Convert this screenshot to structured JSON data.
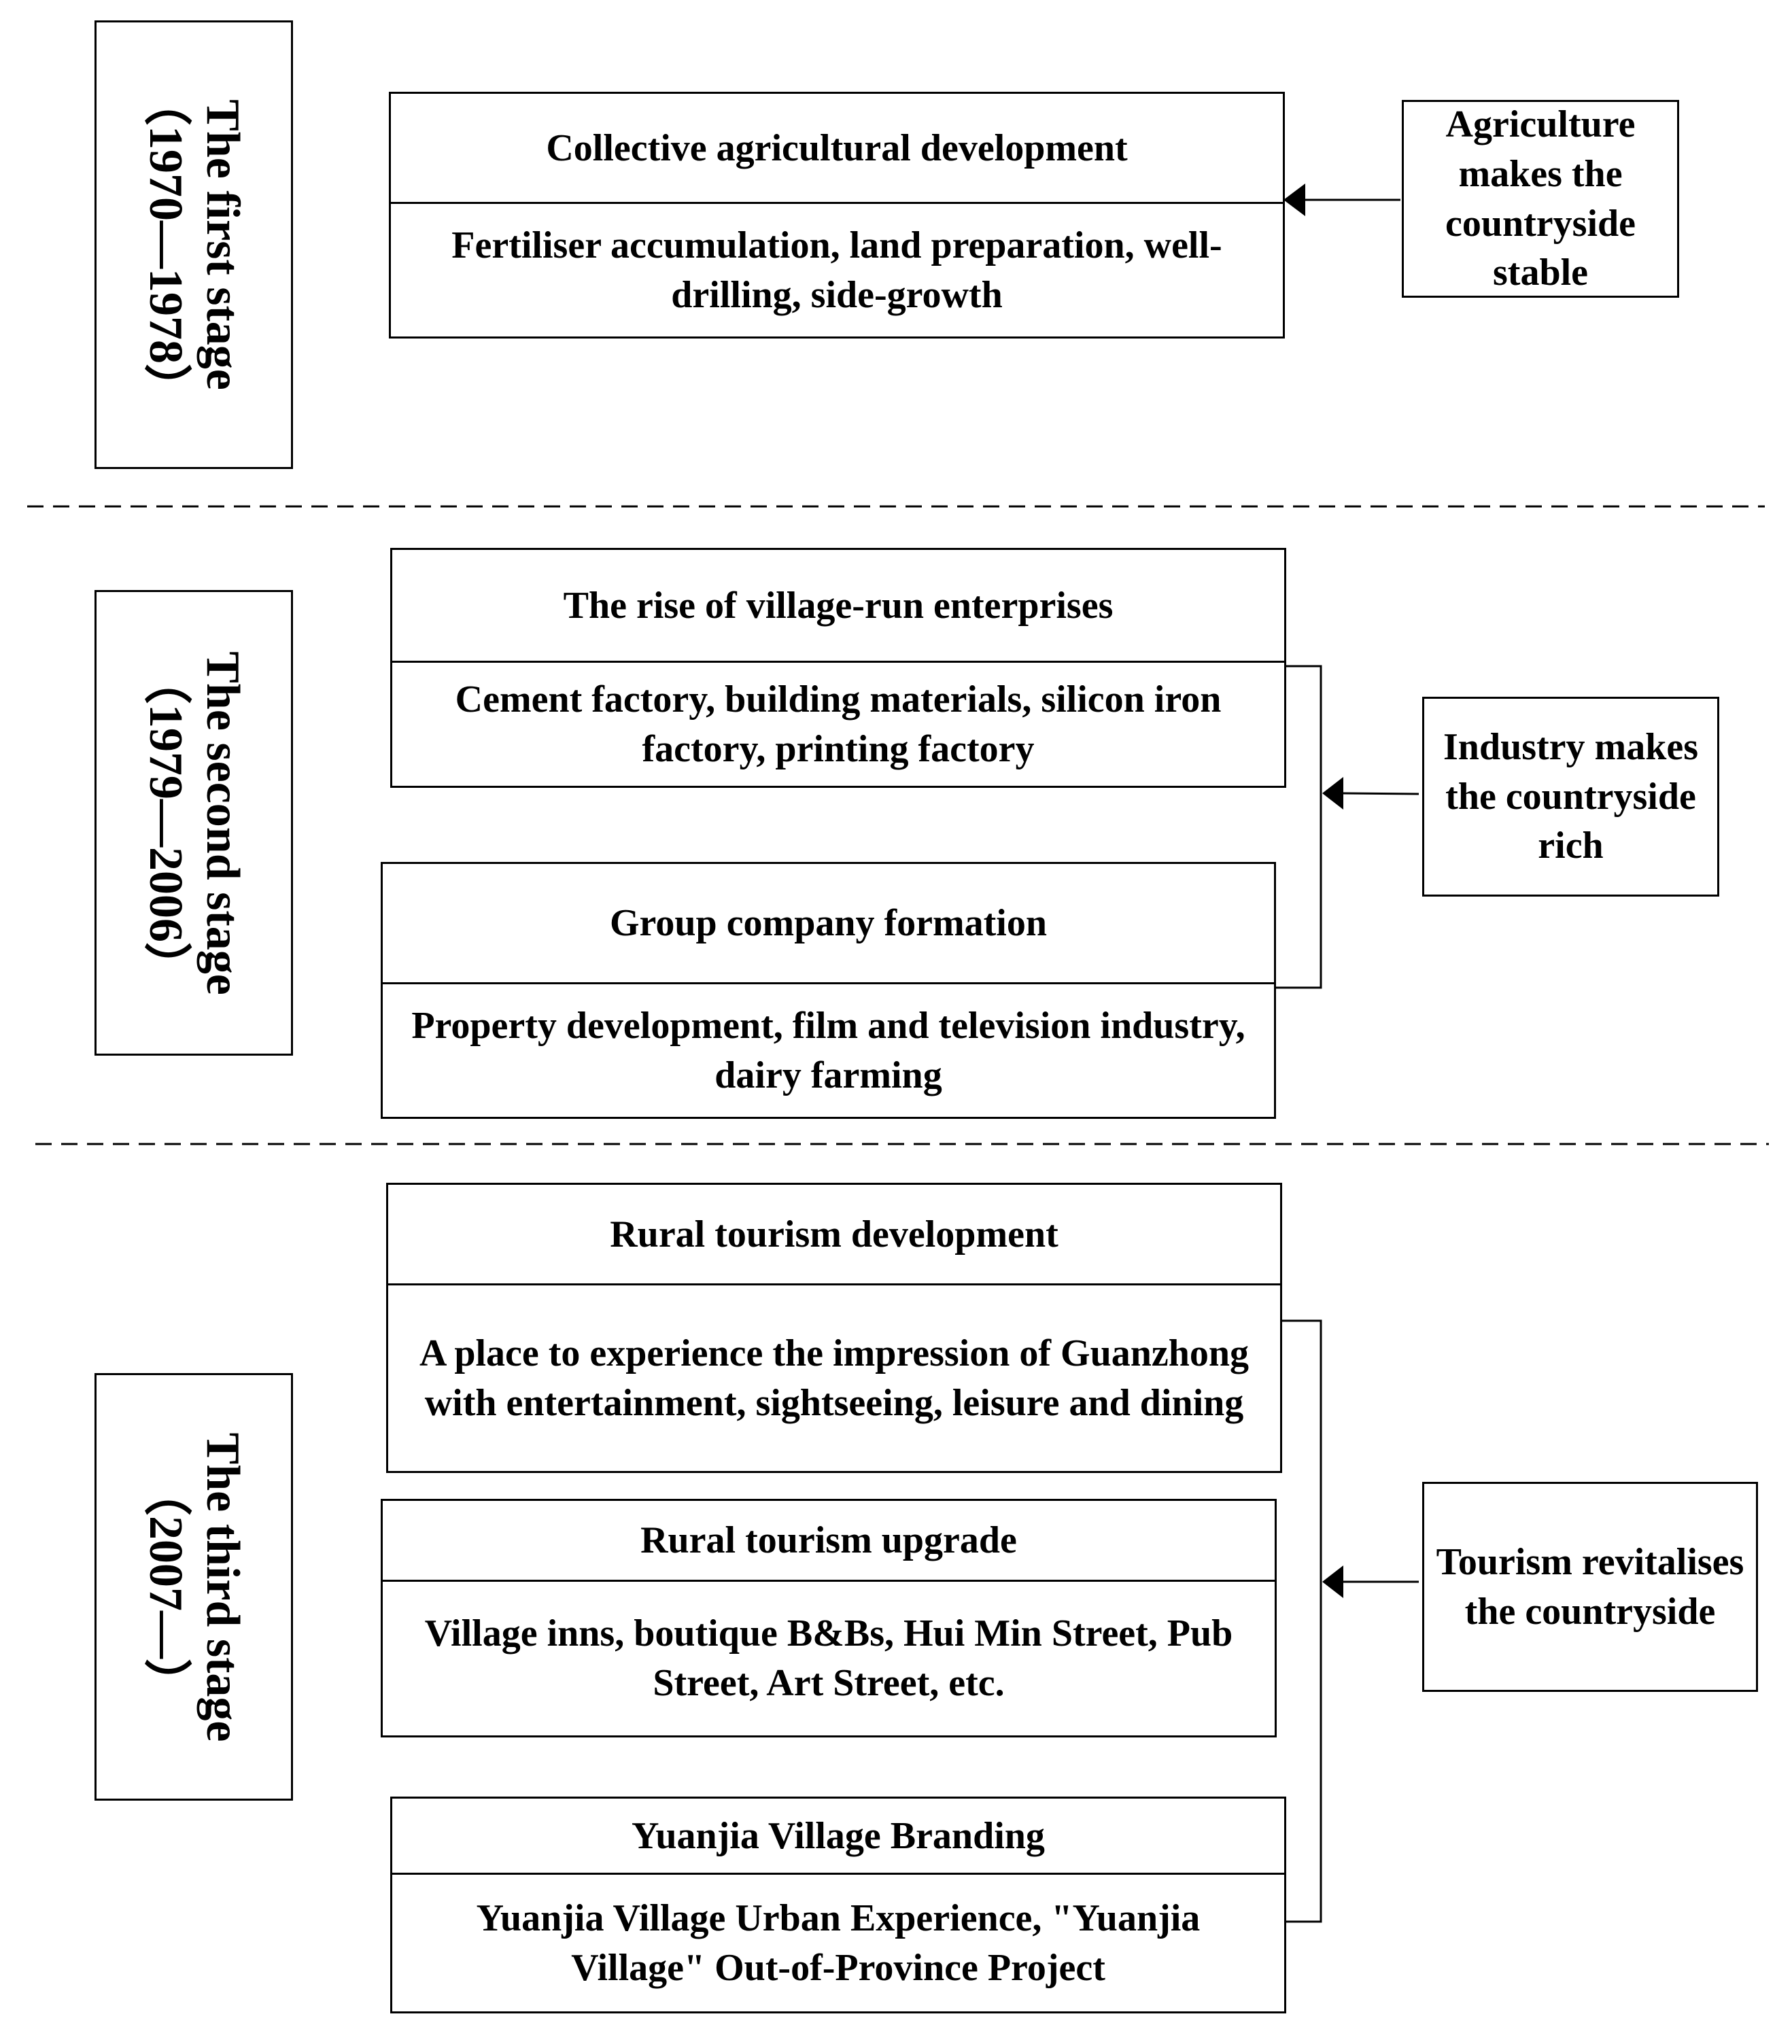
{
  "stages": [
    {
      "title": "The first stage",
      "period": "（1970—1978）"
    },
    {
      "title": "The second stage",
      "period": "（1979—2006）"
    },
    {
      "title": "The third stage",
      "period": "（2007—）"
    }
  ],
  "boxes": [
    {
      "header": "Collective agricultural development",
      "body": "Fertiliser accumulation, land preparation, well-drilling, side-growth"
    },
    {
      "header": "The rise of village-run enterprises",
      "body": "Cement factory, building materials, silicon iron factory, printing factory"
    },
    {
      "header": "Group company formation",
      "body": "Property development, film and television industry, dairy farming"
    },
    {
      "header": "Rural tourism development",
      "body": "A place to experience the impression of Guanzhong with entertainment, sightseeing, leisure and dining"
    },
    {
      "header": "Rural tourism upgrade",
      "body": "Village inns, boutique B&Bs, Hui Min Street, Pub Street, Art Street, etc."
    },
    {
      "header": "Yuanjia Village Branding",
      "body": "Yuanjia Village Urban Experience, \"Yuanjia Village\" Out-of-Province Project"
    }
  ],
  "outcomes": [
    "Agriculture makes the countryside stable",
    "Industry makes the countryside rich",
    "Tourism revitalises the countryside"
  ]
}
